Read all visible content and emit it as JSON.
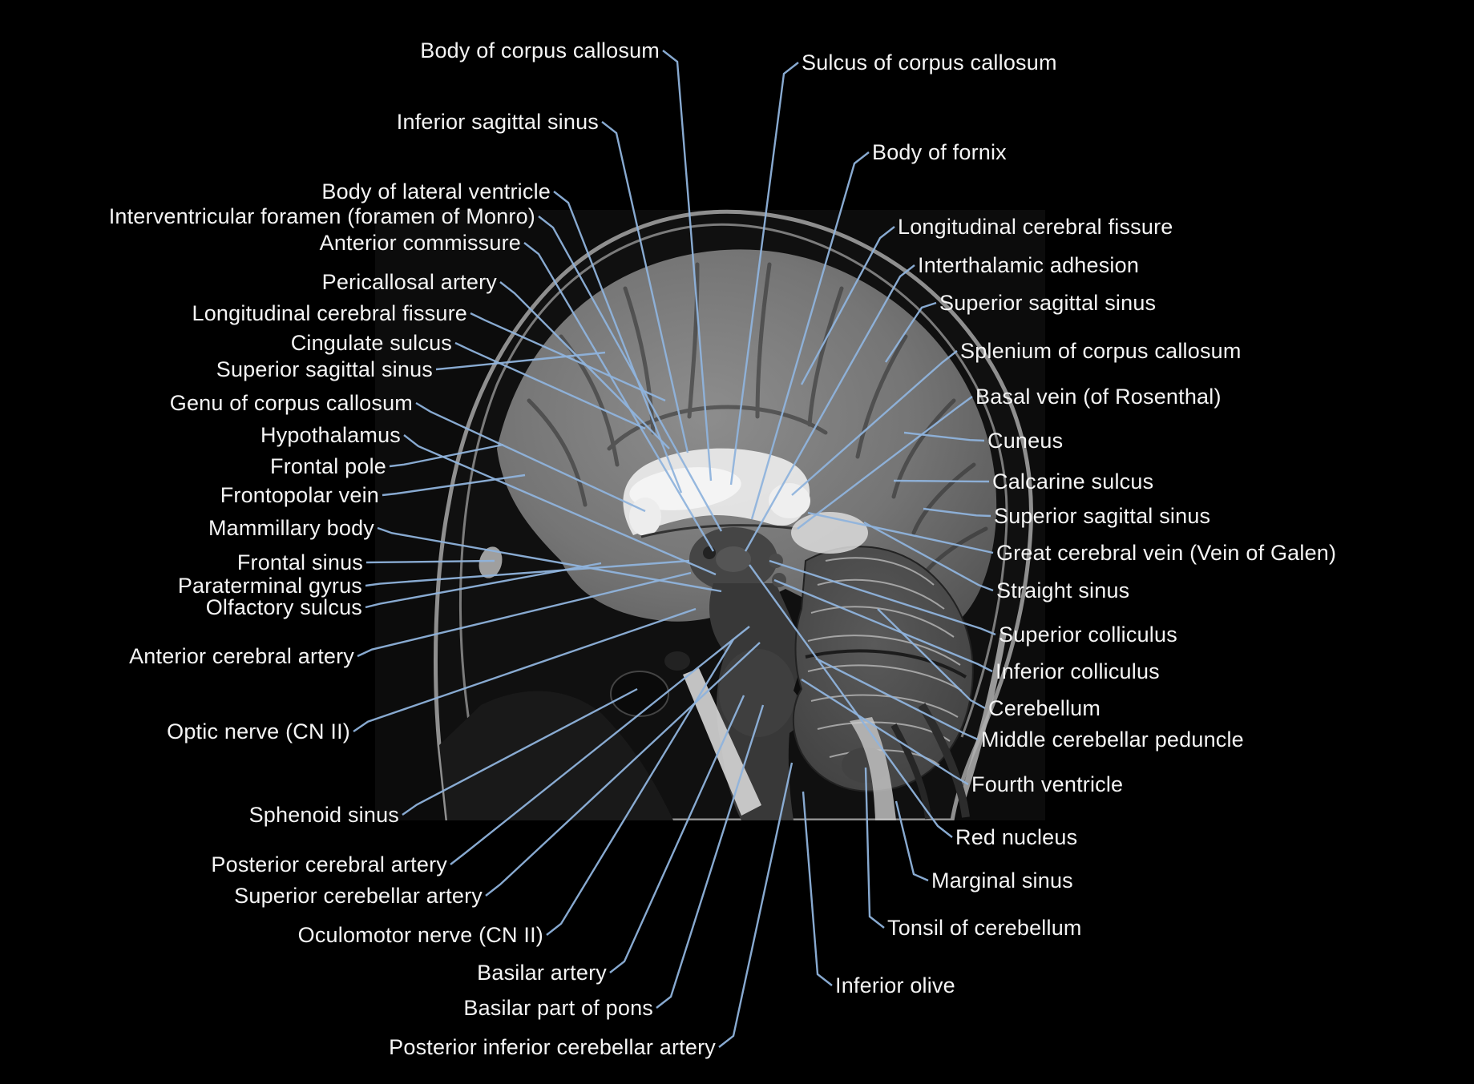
{
  "figure": {
    "background_color": "#000000",
    "leader_line_color": "#8fb3dc",
    "label_text_color": "#f5f5f5",
    "modality": "Sagittal T2 brain MRI with anatomical annotations"
  },
  "labels": [
    {
      "text": "Body of corpus callosum"
    },
    {
      "text": "Inferior sagittal sinus"
    },
    {
      "text": "Body of lateral ventricle"
    },
    {
      "text": "Interventricular foramen (foramen of Monro)"
    },
    {
      "text": "Anterior commissure"
    },
    {
      "text": "Pericallosal artery"
    },
    {
      "text": "Longitudinal cerebral fissure"
    },
    {
      "text": "Cingulate sulcus"
    },
    {
      "text": "Superior sagittal sinus"
    },
    {
      "text": "Genu of corpus callosum"
    },
    {
      "text": "Hypothalamus"
    },
    {
      "text": "Frontal pole"
    },
    {
      "text": "Frontopolar vein"
    },
    {
      "text": "Mammillary body"
    },
    {
      "text": "Frontal sinus"
    },
    {
      "text": "Paraterminal gyrus"
    },
    {
      "text": "Olfactory sulcus"
    },
    {
      "text": "Anterior cerebral artery"
    },
    {
      "text": "Optic nerve (CN II)"
    },
    {
      "text": "Sphenoid sinus"
    },
    {
      "text": "Posterior cerebral artery"
    },
    {
      "text": "Superior cerebellar artery"
    },
    {
      "text": "Oculomotor nerve (CN II)"
    },
    {
      "text": "Basilar artery"
    },
    {
      "text": "Basilar part of pons"
    },
    {
      "text": "Posterior inferior cerebellar artery"
    },
    {
      "text": "Sulcus of corpus callosum"
    },
    {
      "text": "Body of fornix"
    },
    {
      "text": "Longitudinal cerebral fissure"
    },
    {
      "text": "Interthalamic adhesion"
    },
    {
      "text": "Superior sagittal sinus"
    },
    {
      "text": "Splenium of corpus callosum"
    },
    {
      "text": "Basal vein (of Rosenthal)"
    },
    {
      "text": "Cuneus"
    },
    {
      "text": "Calcarine sulcus"
    },
    {
      "text": "Superior sagittal sinus"
    },
    {
      "text": "Great cerebral vein (Vein of Galen)"
    },
    {
      "text": "Straight sinus"
    },
    {
      "text": "Superior colliculus"
    },
    {
      "text": "Inferior colliculus"
    },
    {
      "text": "Cerebellum"
    },
    {
      "text": "Middle cerebellar peduncle"
    },
    {
      "text": "Fourth ventricle"
    },
    {
      "text": "Red nucleus"
    },
    {
      "text": "Marginal sinus"
    },
    {
      "text": "Tonsil of cerebellum"
    },
    {
      "text": "Inferior olive"
    }
  ]
}
